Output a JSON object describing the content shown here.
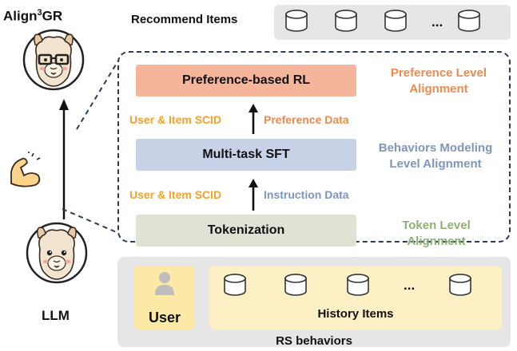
{
  "title": {
    "main": "Align",
    "sup": "3",
    "suffix": "GR"
  },
  "llm_label": "LLM",
  "recommend_label": "Recommend Items",
  "ellipsis": "...",
  "stages": {
    "rl": "Preference-based RL",
    "sft": "Multi-task SFT",
    "tokenization": "Tokenization"
  },
  "alignment": {
    "rl_line1": "Preference Level",
    "rl_line2": "Alignment",
    "sft_line1": "Behaviors  Modeling",
    "sft_line2": "Level Alignment",
    "tok_line1": "Token Level",
    "tok_line2": "Alignment"
  },
  "connectors": {
    "scid_upper": "User & Item SCID",
    "pref_data": "Preference Data",
    "scid_lower": "User & Item SCID",
    "inst_data": "Instruction Data"
  },
  "rs": {
    "user_label": "User",
    "history_label": "History Items",
    "footer": "RS behaviors"
  },
  "colors": {
    "rl_fill": "#f4b59b",
    "sft_fill": "#c7d2e6",
    "tok_fill": "#dfe3d4",
    "orange_text": "#ee8a4e",
    "gold_text": "#f4a02a",
    "blue_text": "#7e95bf",
    "green_text": "#8db173"
  },
  "icons": [
    "database-icon",
    "llama-glasses-icon",
    "llama-icon",
    "flexed-arm-icon",
    "user-icon"
  ]
}
